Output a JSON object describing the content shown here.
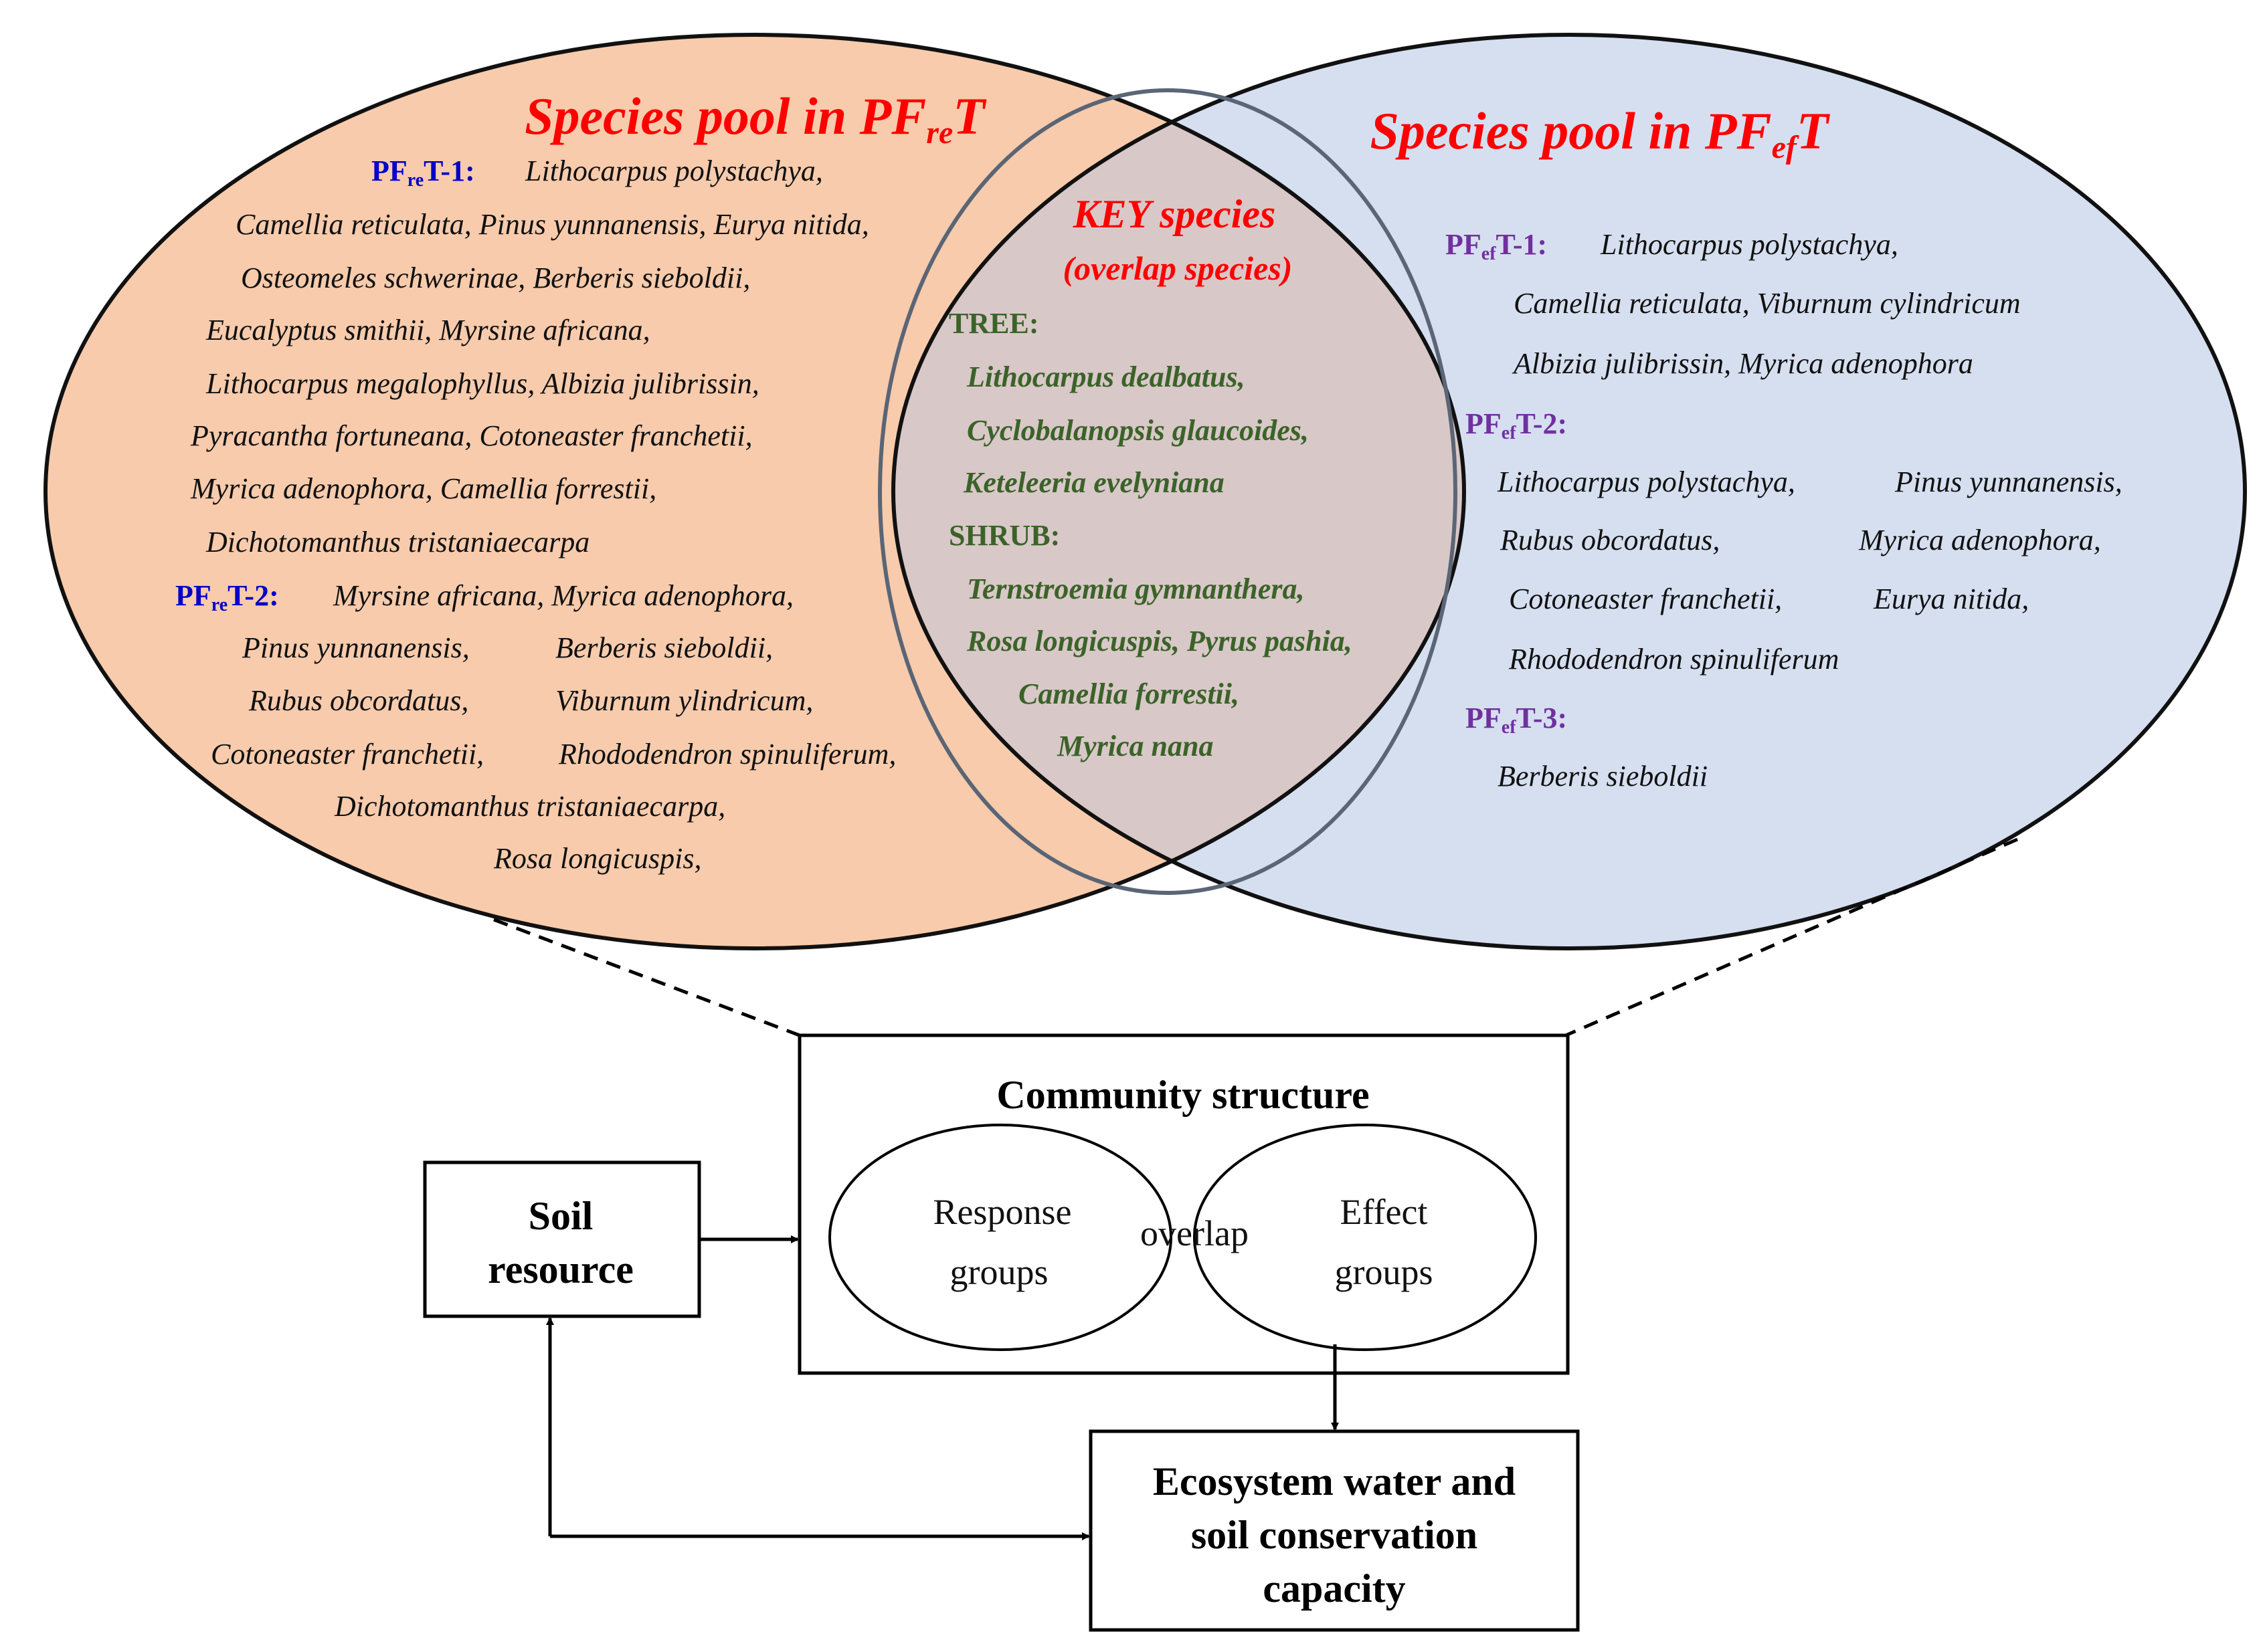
{
  "venn": {
    "left": {
      "title": "Species pool in PF",
      "title_sub": "re",
      "title_tail": "T",
      "groups": [
        {
          "label": "PF",
          "label_sub": "re",
          "label_tail": "T-1:",
          "lines": [
            "Lithocarpus polystachya,",
            "Camellia reticulata, Pinus yunnanensis, Eurya nitida,",
            "Osteomeles schwerinae, Berberis sieboldii,",
            "Eucalyptus smithii, Myrsine africana,",
            "Lithocarpus megalophyllus, Albizia julibrissin,",
            "Pyracantha fortuneana, Cotoneaster franchetii,",
            "Myrica adenophora, Camellia forrestii,",
            "Dichotomanthus tristaniaecarpa"
          ]
        },
        {
          "label": "PF",
          "label_sub": "re",
          "label_tail": "T-2:",
          "lines": [
            "Myrsine africana, Myrica adenophora,",
            "Pinus yunnanensis,",
            "Berberis sieboldii,",
            "Rubus obcordatus,",
            "Viburnum ylindricum,",
            "Cotoneaster franchetii,",
            "Rhododendron spinuliferum,",
            "Dichotomanthus tristaniaecarpa,",
            "Rosa longicuspis,"
          ]
        }
      ]
    },
    "right": {
      "title": "Species pool in PF",
      "title_sub": "ef",
      "title_tail": "T",
      "groups": [
        {
          "label": "PF",
          "label_sub": "ef",
          "label_tail": "T-1:",
          "lines": [
            "Lithocarpus polystachya,",
            "Camellia reticulata, Viburnum cylindricum",
            "Albizia julibrissin, Myrica adenophora"
          ]
        },
        {
          "label": "PF",
          "label_sub": "ef",
          "label_tail": "T-2:",
          "lines": [
            "Lithocarpus polystachya,",
            "Pinus yunnanensis,",
            "Rubus obcordatus,",
            "Myrica adenophora,",
            "Cotoneaster franchetii,",
            "Eurya nitida,",
            "Rhododendron spinuliferum"
          ]
        },
        {
          "label": "PF",
          "label_sub": "ef",
          "label_tail": "T-3:",
          "lines": [
            "Berberis sieboldii"
          ]
        }
      ]
    },
    "overlap": {
      "title": "KEY species",
      "subtitle": "(overlap species)",
      "tree_label": "TREE:",
      "tree": [
        "Lithocarpus dealbatus,",
        "Cyclobalanopsis glaucoides,",
        "Keteleeria evelyniana"
      ],
      "shrub_label": "SHRUB:",
      "shrub": [
        "Ternstroemia gymnanthera,",
        "Rosa longicuspis, Pyrus pashia,",
        "Camellia forrestii,",
        "Myrica nana"
      ]
    }
  },
  "flow": {
    "community_title": "Community structure",
    "response_line1": "Response",
    "response_line2": "groups",
    "overlap_label": "overlap",
    "effect_line1": "Effect",
    "effect_line2": "groups",
    "soil_line1": "Soil",
    "soil_line2": "resource",
    "eco_line1": "Ecosystem water and",
    "eco_line2": "soil conservation",
    "eco_line3": "capacity"
  },
  "colors": {
    "left_fill": "#f7cbac",
    "right_fill": "#d6dff0",
    "overlap_fill": "#d9c8c8",
    "title_red": "#ff0000",
    "group_blue": "#0000c8",
    "group_purple": "#7030a0",
    "key_green": "#3b6329"
  }
}
